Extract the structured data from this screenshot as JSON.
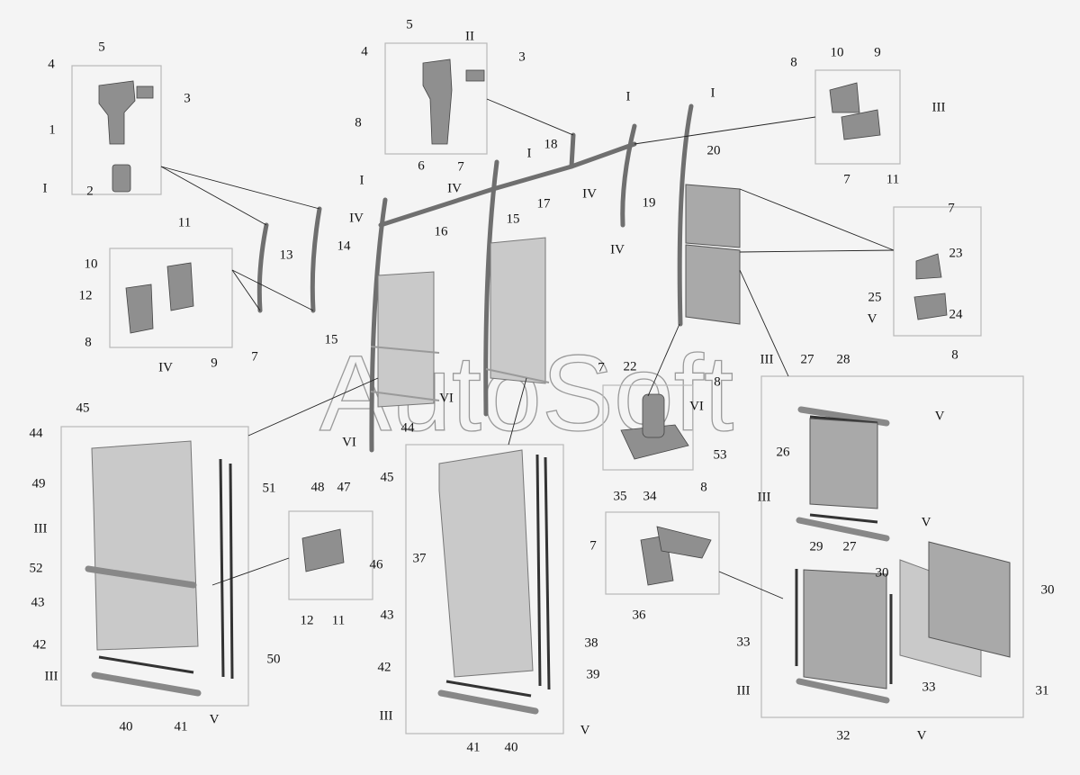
{
  "diagram": {
    "watermark": "AutoSoft",
    "labels": [
      "1",
      "2",
      "3",
      "4",
      "5",
      "I",
      "5",
      "II",
      "4",
      "3",
      "8",
      "6",
      "7",
      "8",
      "10",
      "9",
      "III",
      "7",
      "11",
      "11",
      "10",
      "12",
      "8",
      "IV",
      "9",
      "7",
      "13",
      "14",
      "I",
      "IV",
      "16",
      "15",
      "I",
      "IV",
      "15",
      "17",
      "18",
      "IV",
      "I",
      "19",
      "IV",
      "I",
      "20",
      "VI",
      "VI",
      "VI",
      "7",
      "23",
      "25",
      "24",
      "V",
      "8",
      "7",
      "22",
      "8",
      "53",
      "III",
      "27",
      "28",
      "26",
      "V",
      "III",
      "V",
      "29",
      "27",
      "30",
      "30",
      "33",
      "III",
      "33",
      "31",
      "32",
      "V",
      "45",
      "44",
      "49",
      "III",
      "52",
      "43",
      "42",
      "III",
      "40",
      "41",
      "V",
      "51",
      "50",
      "48",
      "47",
      "46",
      "12",
      "11",
      "44",
      "45",
      "37",
      "43",
      "42",
      "III",
      "41",
      "40",
      "V",
      "38",
      "39",
      "35",
      "34",
      "8",
      "7",
      "36"
    ]
  }
}
